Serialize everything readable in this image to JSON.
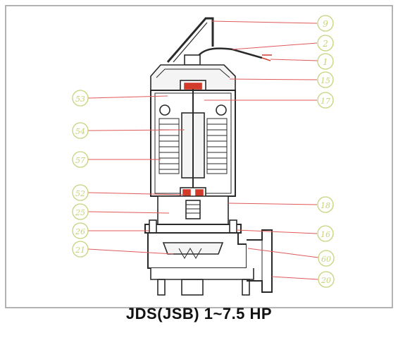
{
  "caption": "JDS(JSB) 1~7.5 HP",
  "callouts_right": [
    "9",
    "2",
    "1",
    "15",
    "17",
    "18",
    "16",
    "60",
    "20"
  ],
  "callouts_left": [
    "53",
    "54",
    "57",
    "52",
    "25",
    "26",
    "21"
  ],
  "colors": {
    "line": "#2a2a2a",
    "leader": "#e05a5a",
    "bubble": "#c7d27a",
    "bubble_text": "#c7d27a",
    "seal_red": "#d23a2a",
    "frame_border": "#9a9a9a",
    "fill_light": "#f4f4f4"
  }
}
